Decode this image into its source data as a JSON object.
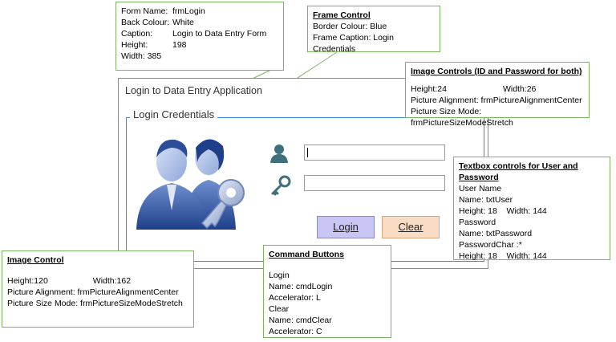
{
  "form": {
    "caption": "Login to Data Entry Application",
    "frame_caption": "Login Credentials",
    "login_label": "Login",
    "clear_label": "Clear"
  },
  "notes": {
    "form_props": {
      "rows": [
        [
          "Form Name:",
          "frmLogin"
        ],
        [
          "Back Colour:",
          "White"
        ],
        [
          "Caption:",
          "Login to Data Entry Form"
        ],
        [
          "Height:",
          "198"
        ],
        [
          "Width: 385",
          ""
        ]
      ]
    },
    "frame_control": {
      "title": "Frame Control",
      "lines": [
        "Border Colour: Blue",
        "Frame Caption: Login Credentials"
      ]
    },
    "image_controls": {
      "title": "Image Controls (ID and Password for both)",
      "height": "Height:24",
      "width": "Width:26",
      "lines": [
        "Picture Alignment: frmPictureAlignmentCenter",
        "Picture Size Mode: frmPictureSizeModeStretch"
      ]
    },
    "textbox_controls": {
      "title": "Textbox controls for User and Password",
      "lines": [
        "User Name",
        "Name: txtUser",
        "Height: 18    Width: 144",
        "Password",
        "Name: txtPassword",
        "PasswordChar :*",
        "Height: 18    Width: 144"
      ]
    },
    "image_control": {
      "title": "Image Control",
      "height": "Height:120",
      "width": "Width:162",
      "lines": [
        "Picture Alignment: frmPictureAlignmentCenter",
        "Picture Size Mode: frmPictureSizeModeStretch"
      ]
    },
    "command_buttons": {
      "title": "Command Buttons",
      "lines": [
        "Login",
        "Name: cmdLogin",
        "Accelerator: L",
        "Clear",
        "Name: cmdClear",
        "Accelerator: C"
      ]
    }
  },
  "colors": {
    "frame_border": "#3a8ed8",
    "callout_border": "#7cb462",
    "login_button": "#c9c5f4",
    "clear_button": "#f9dcc3"
  }
}
